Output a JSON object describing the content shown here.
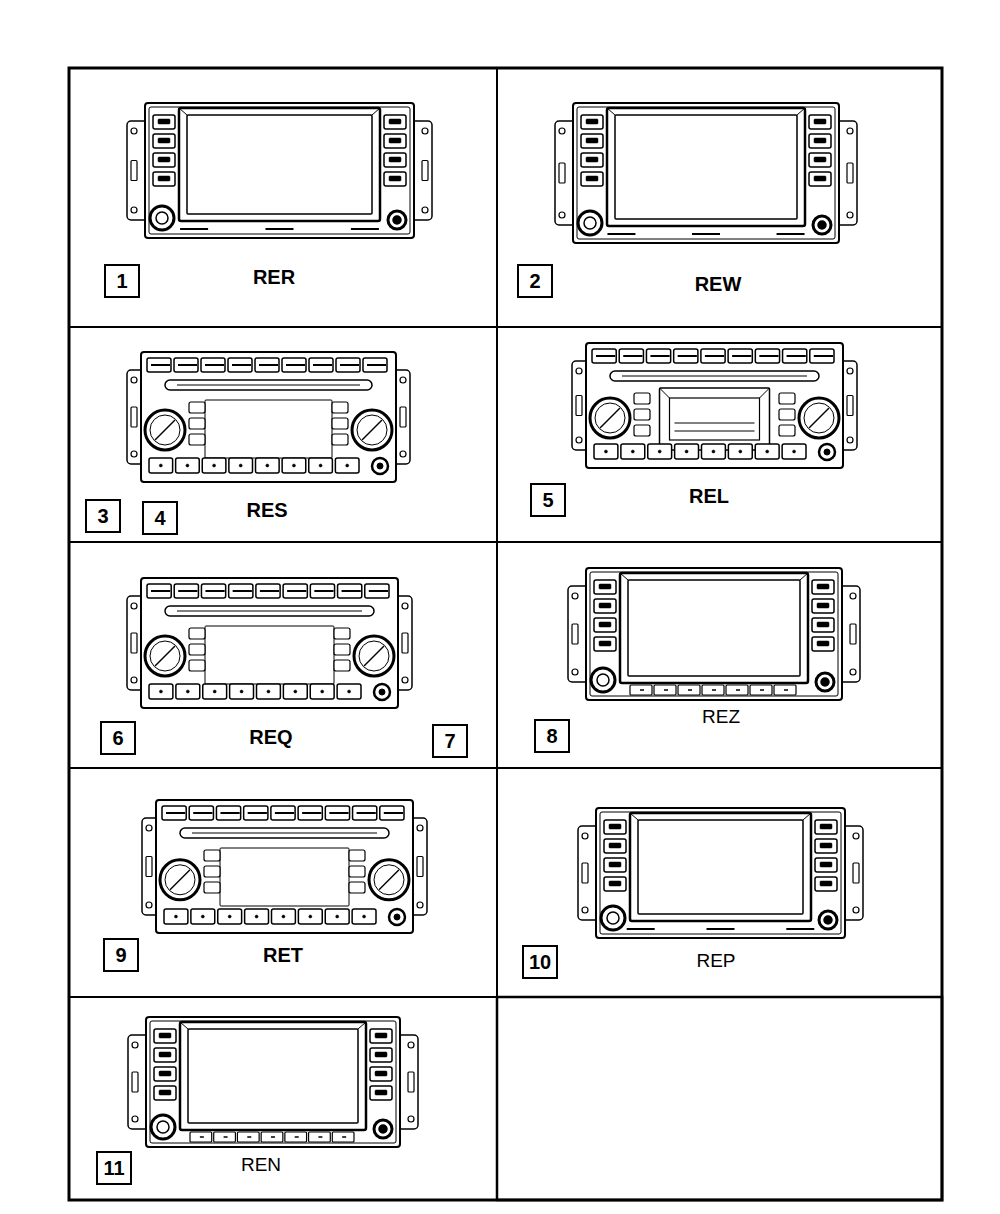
{
  "diagram": {
    "nodes": [
      {
        "text": [
          "RER"
        ]
      },
      {
        "text": [
          "1"
        ],
        "in": 0
      },
      {
        "text": [
          "REW"
        ]
      },
      {
        "text": [
          "2"
        ],
        "in": 2
      },
      {
        "text": [
          "RES"
        ]
      },
      {
        "text": [
          "3"
        ],
        "in": 4
      },
      {
        "text": [
          "4"
        ],
        "in": 4
      },
      {
        "text": [
          "REL"
        ]
      },
      {
        "text": [
          "5"
        ],
        "in": 7
      },
      {
        "text": [
          "REQ"
        ]
      },
      {
        "text": [
          "6"
        ],
        "in": 9
      },
      {
        "text": [
          "7"
        ],
        "in": 9
      },
      {
        "text": [
          "REZ"
        ]
      },
      {
        "text": [
          "8"
        ],
        "in": 12
      },
      {
        "text": [
          "RET"
        ]
      },
      {
        "text": [
          "9"
        ],
        "in": 14
      },
      {
        "text": [
          "REP"
        ]
      },
      {
        "text": [
          "10"
        ],
        "in": 16
      },
      {
        "text": [
          "REN"
        ]
      },
      {
        "text": [
          "11"
        ],
        "in": 18
      }
    ]
  }
}
